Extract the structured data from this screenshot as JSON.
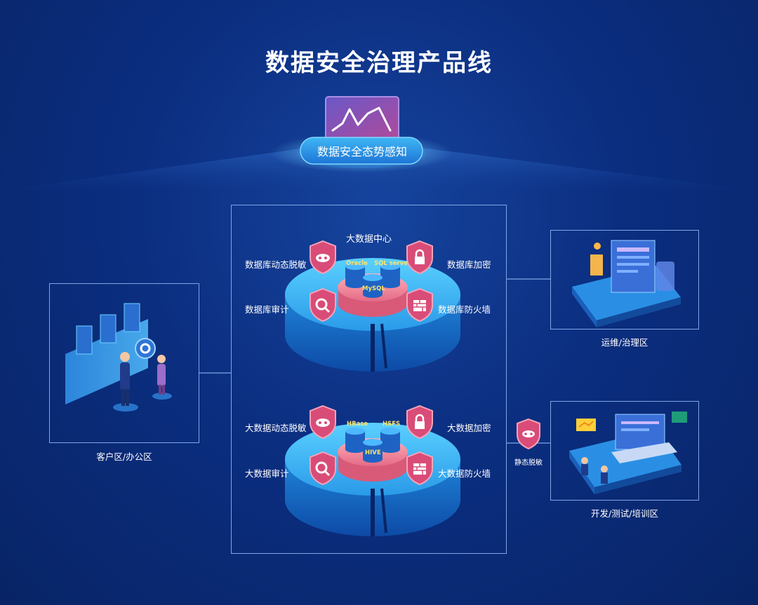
{
  "title": "数据安全治理产品线",
  "awareness": {
    "label": "数据安全态势感知"
  },
  "center": {
    "heading": "大数据中心",
    "database_ring": {
      "masking": "数据库动态脱敏",
      "encryption": "数据库加密",
      "audit": "数据库审计",
      "firewall": "数据库防火墙",
      "databases": [
        "Oracle",
        "SQL server",
        "MySQL"
      ]
    },
    "bigdata_ring": {
      "masking": "大数据动态脱敏",
      "encryption": "大数据加密",
      "audit": "大数据审计",
      "firewall": "大数据防火墙",
      "databases": [
        "HBase",
        "HSFS",
        "HIVE"
      ]
    }
  },
  "zones": {
    "client": "客户区/办公区",
    "ops": "运维/治理区",
    "dev": "开发/测试/培训区"
  },
  "static_masking": "静态脱敏",
  "colors": {
    "background": "#0b2e80",
    "ring": "#2aa6e8",
    "shield": "#d94c78",
    "core": "#f0889a",
    "line": "#7ea6e6"
  }
}
